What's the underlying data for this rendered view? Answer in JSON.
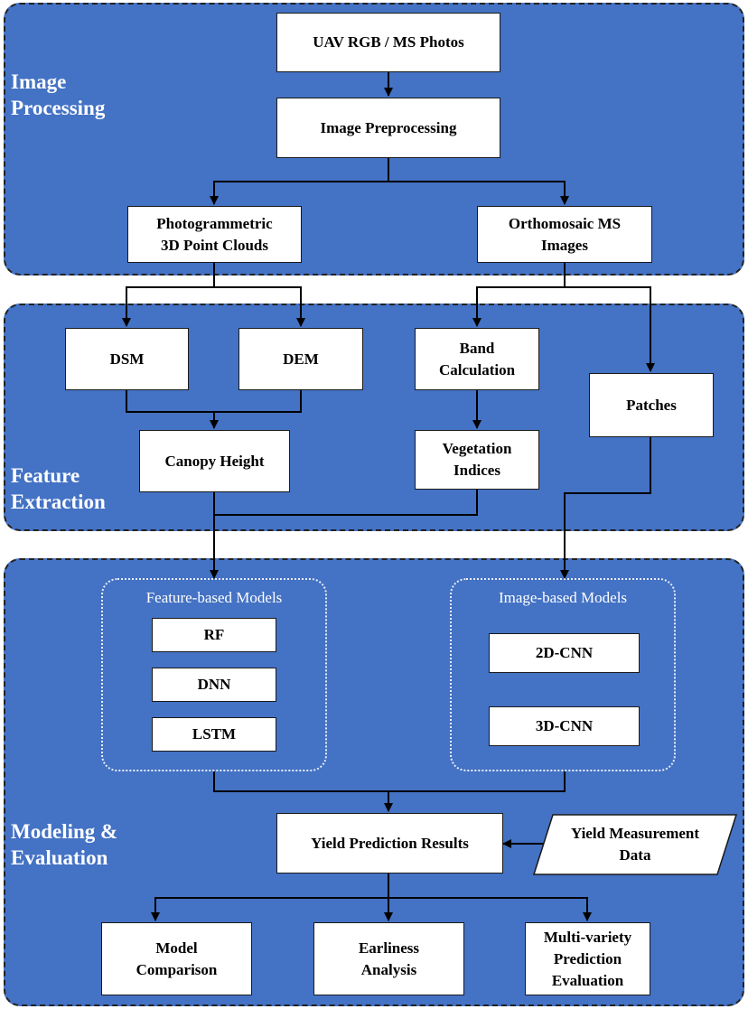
{
  "sections": {
    "image_processing": "Image\nProcessing",
    "feature_extraction": "Feature\nExtraction",
    "modeling_evaluation": "Modeling &\nEvaluation"
  },
  "nodes": {
    "uav_photos": "UAV RGB / MS Photos",
    "preprocessing": "Image Preprocessing",
    "point_clouds": "Photogrammetric\n3D Point Clouds",
    "orthomosaic": "Orthomosaic MS\nImages",
    "dsm": "DSM",
    "dem": "DEM",
    "band_calc": "Band\nCalculation",
    "patches": "Patches",
    "canopy_height": "Canopy Height",
    "vegetation_indices": "Vegetation\nIndices",
    "rf": "RF",
    "dnn": "DNN",
    "lstm": "LSTM",
    "cnn2d": "2D-CNN",
    "cnn3d": "3D-CNN",
    "yield_results": "Yield Prediction Results",
    "yield_measurement": "Yield Measurement\nData",
    "model_comparison": "Model\nComparison",
    "earliness": "Earliness\nAnalysis",
    "multi_variety": "Multi-variety\nPrediction\nEvaluation"
  },
  "groups": {
    "feature_models": "Feature-based Models",
    "image_models": "Image-based Models"
  },
  "colors": {
    "panel": "#4472C4",
    "box": "#FFFFFF",
    "line": "#000000"
  }
}
